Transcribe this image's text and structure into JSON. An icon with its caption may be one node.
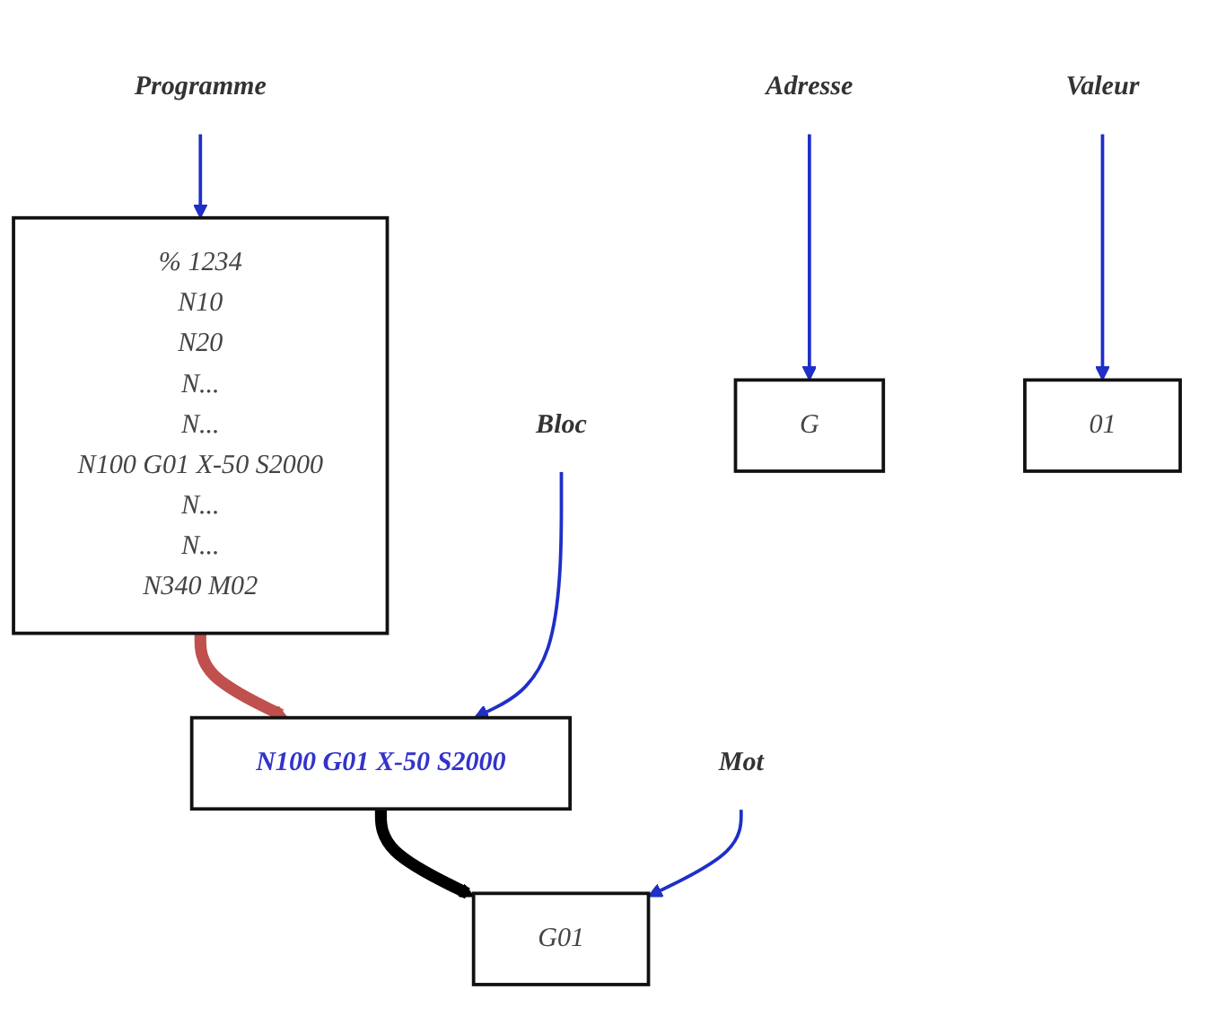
{
  "diagram": {
    "nodes": [
      {
        "text": [
          "Programme"
        ]
      },
      {
        "text": [
          "% 1234",
          "N10",
          "N20",
          "N...",
          "N...",
          "N100 G01 X-50 S2000",
          "N...",
          "N...",
          "N340 M02"
        ]
      },
      {
        "text": [
          "Bloc"
        ]
      },
      {
        "text": [
          "N100 G01 X-50 S2000"
        ]
      },
      {
        "text": [
          "Mot"
        ]
      },
      {
        "text": [
          "G01"
        ]
      },
      {
        "text": [
          "Adresse"
        ]
      },
      {
        "text": [
          "G"
        ]
      },
      {
        "text": [
          "01"
        ]
      },
      {
        "text": [
          "Valeur"
        ]
      }
    ],
    "edges": [
      {
        "from": 0,
        "to": 1,
        "arrow": "to"
      },
      {
        "from": 1,
        "to": 3,
        "arrow": "to",
        "style": "thick",
        "color": "#c0504d"
      },
      {
        "from": 2,
        "to": 3,
        "arrow": "to"
      },
      {
        "from": 3,
        "to": 5,
        "arrow": "to",
        "style": "thick",
        "color": "#000000"
      },
      {
        "from": 4,
        "to": 5,
        "arrow": "to"
      },
      {
        "from": 6,
        "to": 7,
        "arrow": "to"
      },
      {
        "from": 9,
        "to": 8,
        "arrow": "to"
      }
    ]
  }
}
